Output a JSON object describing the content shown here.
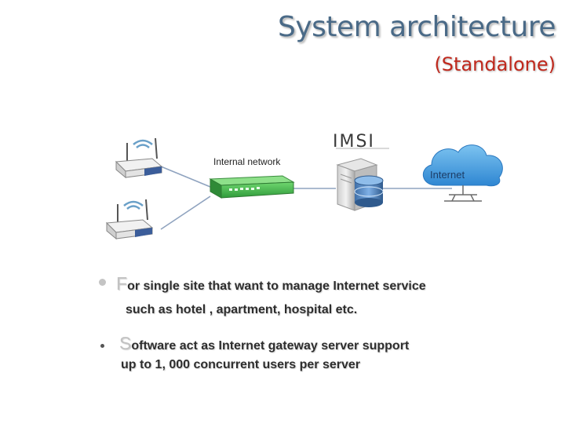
{
  "slide": {
    "title": "System architecture",
    "subtitle": "(Standalone)"
  },
  "diagram": {
    "internal_network_label": "Internal network",
    "internet_label": "Internet",
    "logo_text": "IMSI",
    "nodes": [
      "wifi-router-icon",
      "wifi-router-icon",
      "gateway-switch-icon",
      "server-icon",
      "database-icon",
      "internet-cloud-icon"
    ]
  },
  "bullets": [
    {
      "first_letter": "F",
      "line1_rest": "or single site that want to manage Internet service",
      "line2": "such as hotel , apartment, hospital etc."
    },
    {
      "first_letter": "S",
      "line1_rest": "oftware act as Internet gateway server support",
      "line2": "up to 1, 000 concurrent users per server"
    }
  ],
  "colors": {
    "title": "#4a6a87",
    "subtitle": "#c0281c",
    "cloud": "#3a8fd6",
    "switch": "#3fb04a"
  }
}
